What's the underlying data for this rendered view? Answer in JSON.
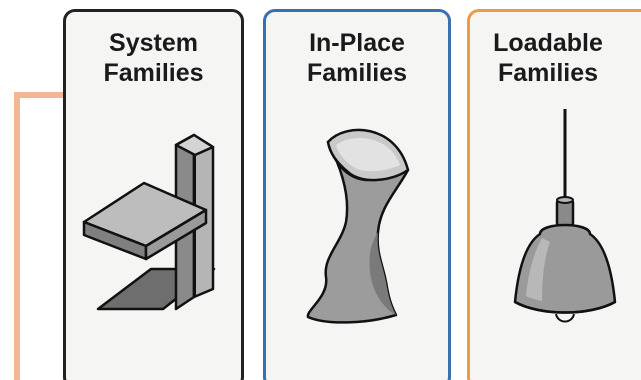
{
  "cards": [
    {
      "title_line1": "System",
      "title_line2": "Families",
      "border_color": "#222222",
      "icon": "wall-with-slab-icon"
    },
    {
      "title_line1": "In-Place",
      "title_line2": "Families",
      "border_color": "#3a6fb0",
      "icon": "freeform-mass-icon"
    },
    {
      "title_line1": "Loadable",
      "title_line2": "Families",
      "border_color": "#ef9a45",
      "icon": "pendant-lamp-icon"
    }
  ],
  "accent_line_color": "#f4b594"
}
